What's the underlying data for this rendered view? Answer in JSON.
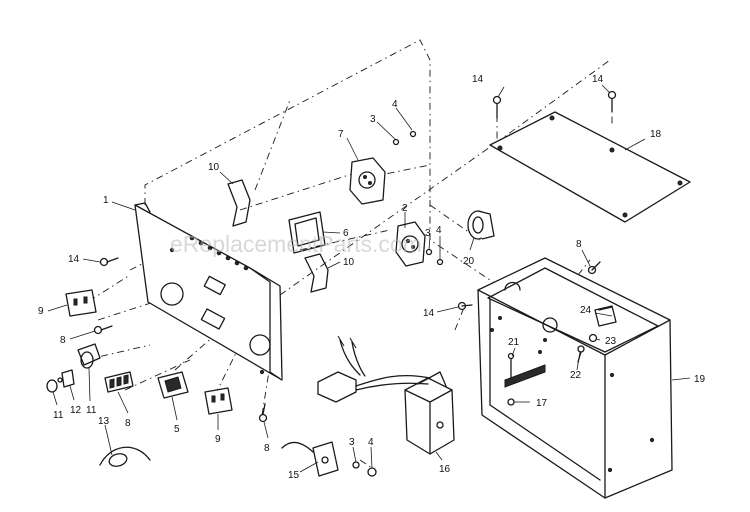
{
  "watermark": "eReplacementParts.com",
  "callouts": {
    "c1": "1",
    "c2": "2",
    "c3a": "3",
    "c3b": "3",
    "c3c": "3",
    "c4a": "4",
    "c4b": "4",
    "c4c": "4",
    "c5": "5",
    "c6": "6",
    "c7": "7",
    "c8a": "8",
    "c8b": "8",
    "c8c": "8",
    "c8d": "8",
    "c9a": "9",
    "c9b": "9",
    "c10a": "10",
    "c10b": "10",
    "c11a": "11",
    "c11b": "11",
    "c12": "12",
    "c13": "13",
    "c14a": "14",
    "c14b": "14",
    "c14c": "14",
    "c14d": "14",
    "c15": "15",
    "c16": "16",
    "c17": "17",
    "c18": "18",
    "c19": "19",
    "c20": "20",
    "c21": "21",
    "c22": "22",
    "c23": "23",
    "c24": "24"
  }
}
